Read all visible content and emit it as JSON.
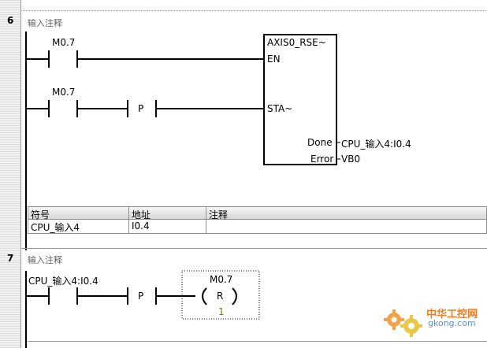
{
  "network6": {
    "number": "6",
    "comment": "输入注释",
    "contact1": "M0.7",
    "contact2": "M0.7",
    "p_label": "P",
    "box_title": "AXIS0_RSE~",
    "en": "EN",
    "sta": "STA~",
    "done": "Done",
    "error": "Error",
    "done_out": "CPU_输入4:I0.4",
    "error_out": "VB0"
  },
  "symbol_table": {
    "headers": [
      "符号",
      "地址",
      "注释"
    ],
    "rows": [
      [
        "CPU_输入4",
        "I0.4",
        ""
      ]
    ]
  },
  "network7": {
    "number": "7",
    "comment": "输入注释",
    "contact": "CPU_输入4:I0.4",
    "p_label": "P",
    "coil_addr": "M0.7",
    "coil_type": "R",
    "coil_count": "1"
  },
  "watermark": {
    "text": "中华工控网",
    "url": "gkong.com"
  },
  "colors": {
    "gutter": "#f2f2f2",
    "coil_count": "#808000",
    "watermark_orange": "#f47a20",
    "watermark_blue": "#5a8fd6"
  }
}
